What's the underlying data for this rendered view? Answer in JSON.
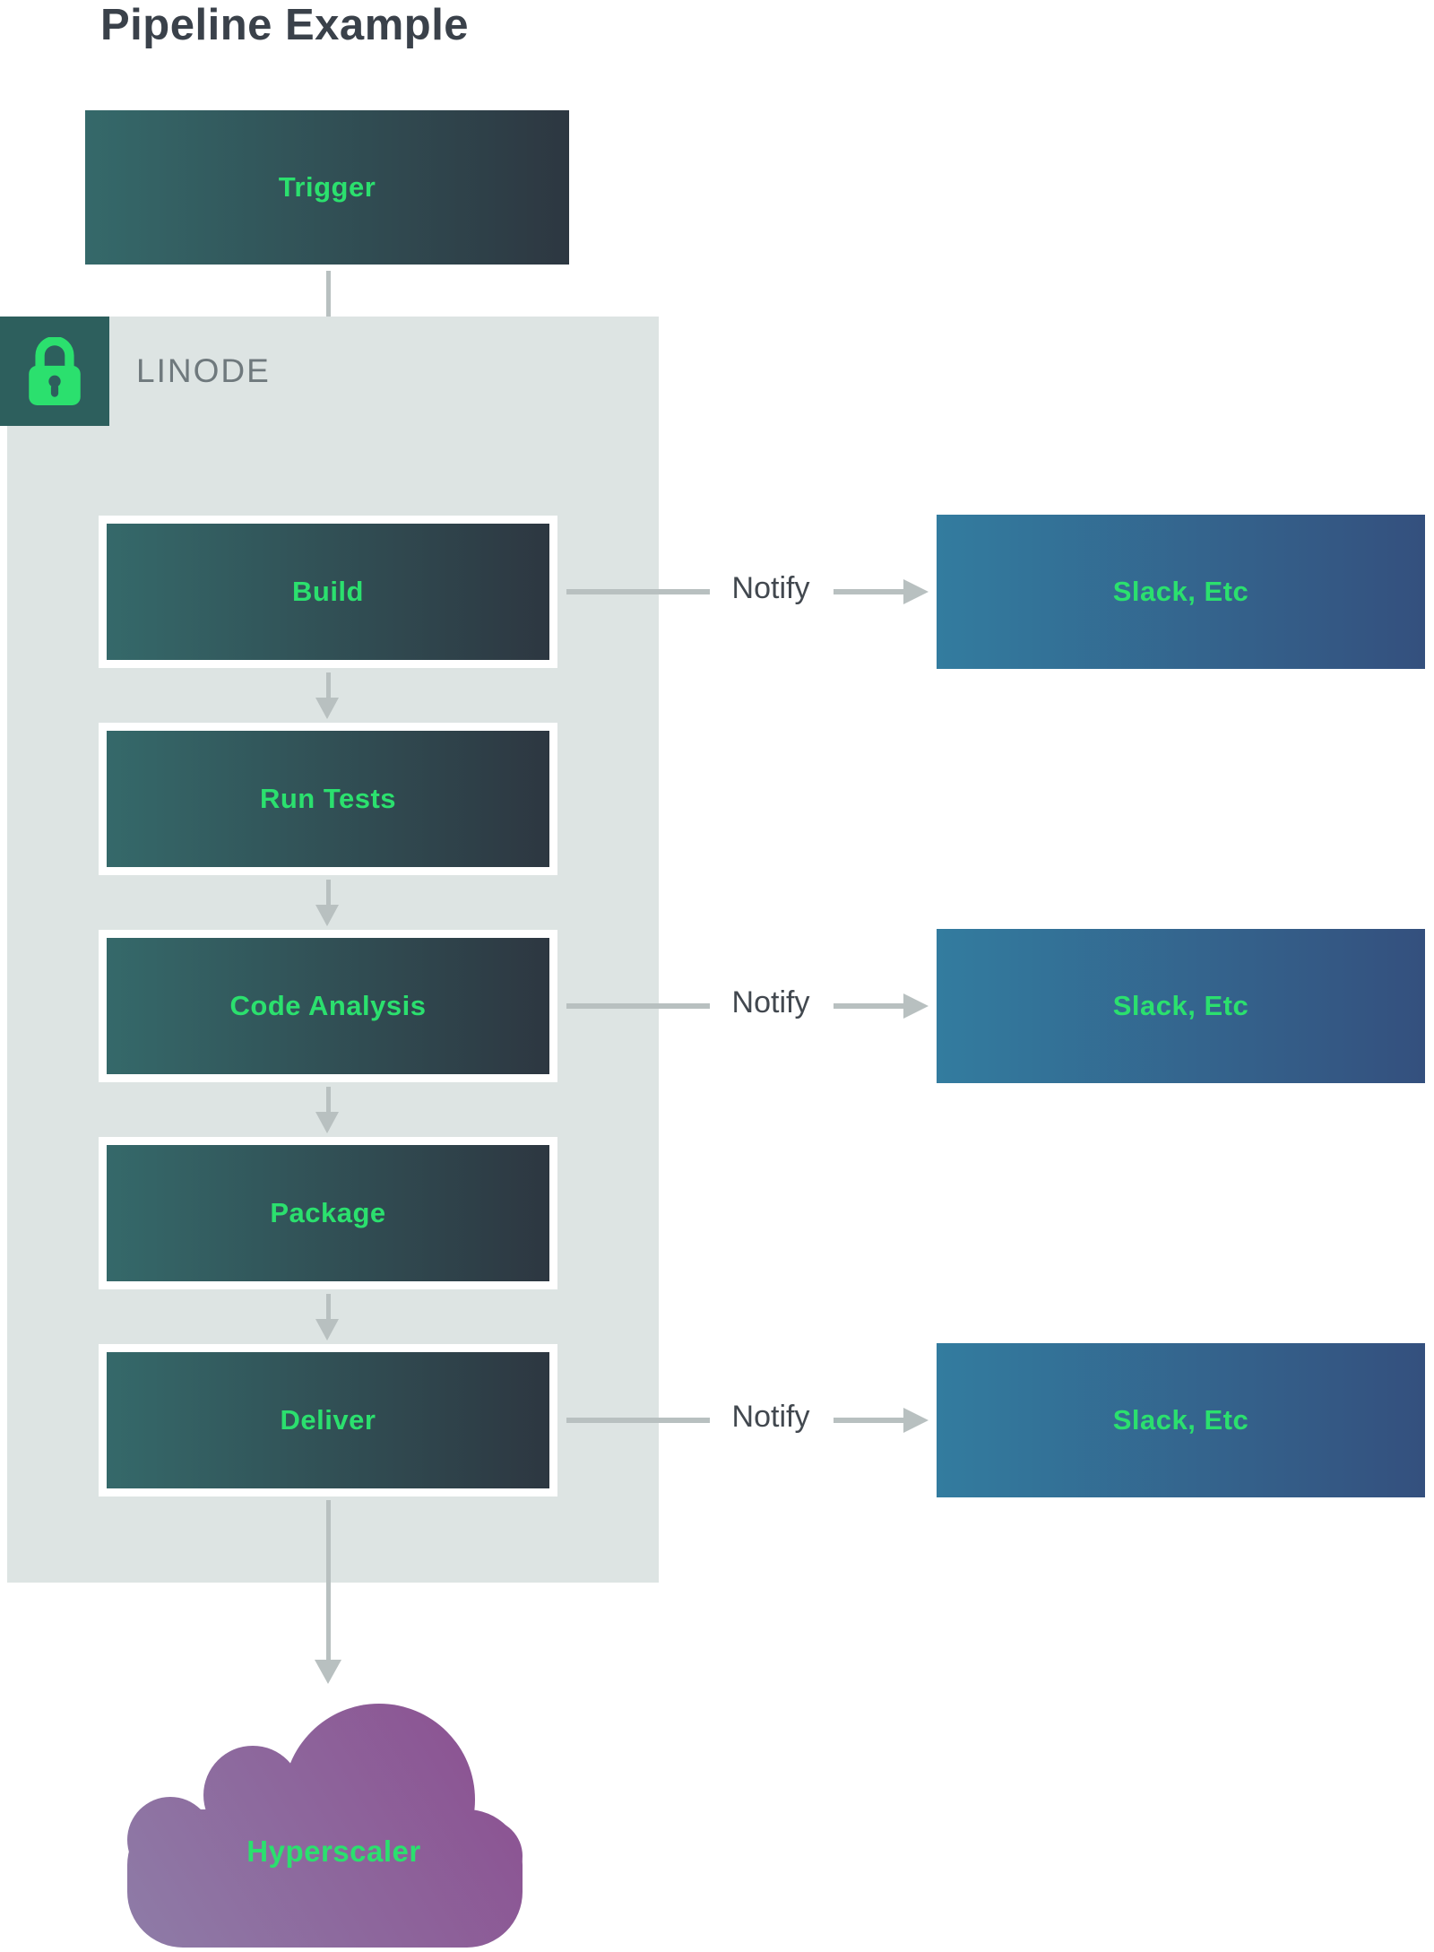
{
  "title": "Pipeline Example",
  "trigger": {
    "label": "Trigger"
  },
  "boundary": {
    "label": "LINODE",
    "icon": "lock-icon"
  },
  "stages": [
    {
      "label": "Build",
      "notifies": true
    },
    {
      "label": "Run Tests",
      "notifies": false
    },
    {
      "label": "Code Analysis",
      "notifies": true
    },
    {
      "label": "Package",
      "notifies": false
    },
    {
      "label": "Deliver",
      "notifies": true
    }
  ],
  "notify": {
    "label": "Notify",
    "target_label": "Slack, Etc"
  },
  "cloud": {
    "label": "Hyperscaler"
  },
  "colors": {
    "accent_green": "#2be06e",
    "stage_grad_start": "#35696a",
    "stage_grad_end": "#2d3741",
    "notify_grad_start": "#337c9f",
    "notify_grad_end": "#34507e",
    "cloud_grad_start": "#8e7ca7",
    "cloud_grad_end": "#8c4e90",
    "boundary_fill": "#dde4e3",
    "lock_badge_fill": "#2d5f5d",
    "arrow_gray": "#b8c0c0",
    "title_text": "#3a414a",
    "label_text": "#42484f",
    "boundary_label_text": "#6f797d"
  }
}
